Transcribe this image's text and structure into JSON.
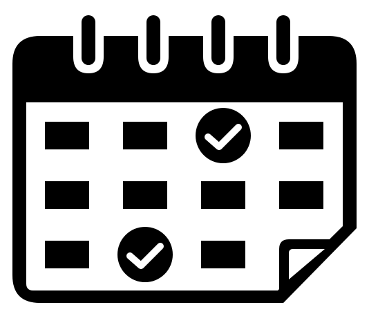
{
  "icon": {
    "name": "calendar-check-icon",
    "ink_color": "#000000",
    "paper_color": "#ffffff",
    "grid": [
      [
        "block",
        "block",
        "check",
        "block"
      ],
      [
        "block",
        "block",
        "block",
        "block"
      ],
      [
        "block",
        "check",
        "block",
        "curl"
      ]
    ],
    "rings": 4
  }
}
